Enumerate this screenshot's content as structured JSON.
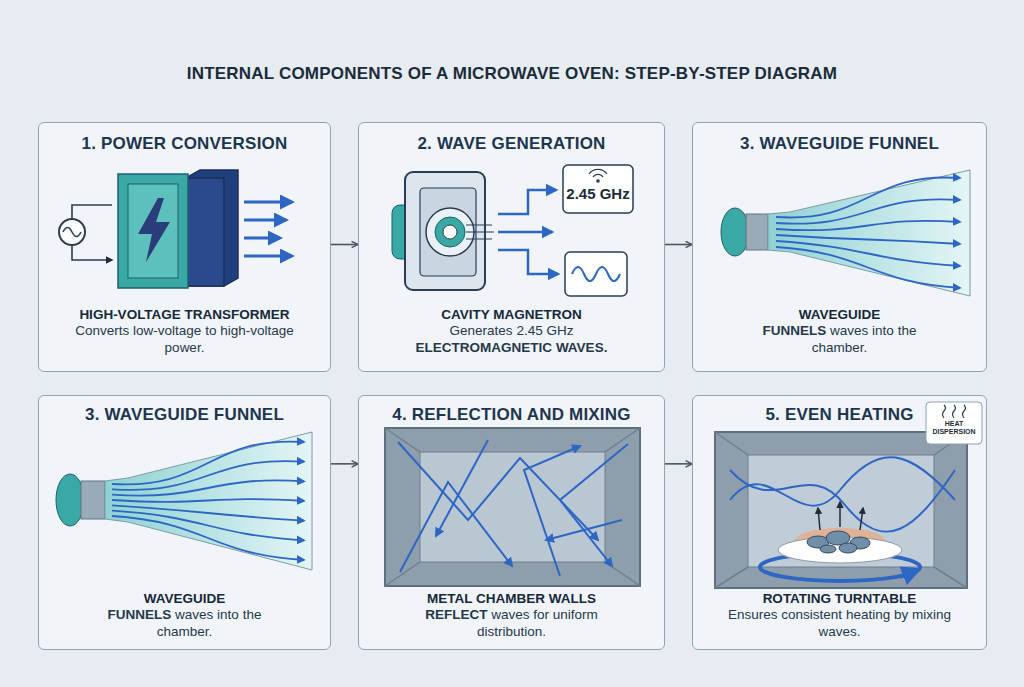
{
  "diagram": {
    "title": "INTERNAL COMPONENTS OF A MICROWAVE OVEN: STEP-BY-STEP DIAGRAM",
    "nodes": [
      {
        "text": [
          "1. POWER CONVERSION",
          "HIGH-VOLTAGE TRANSFORMER",
          "Converts low-voltage to high-voltage power."
        ]
      },
      {
        "text": [
          "2. WAVE GENERATION",
          "CAVITY MAGNETRON",
          "Generates 2.45 GHz ELECTROMAGNETIC WAVES."
        ]
      },
      {
        "text": [
          "3. WAVEGUIDE FUNNEL",
          "WAVEGUIDE",
          "FUNNELS waves into the chamber."
        ]
      },
      {
        "text": [
          "3. WAVEGUIDE FUNNEL",
          "WAVEGUIDE",
          "FUNNELS waves into the chamber."
        ]
      },
      {
        "text": [
          "4. REFLECTION AND MIXING",
          "METAL CHAMBER WALLS",
          "REFLECT waves for uniform distribution."
        ]
      },
      {
        "text": [
          "5. EVEN HEATING",
          "ROTATING TURNTABLE",
          "Ensures consistent heating by mixing waves."
        ]
      }
    ],
    "edges": [
      {
        "from": 0,
        "to": 1,
        "arrow": "to"
      },
      {
        "from": 1,
        "to": 2,
        "arrow": "to"
      },
      {
        "from": 3,
        "to": 4,
        "arrow": "to"
      },
      {
        "from": 4,
        "to": 5,
        "arrow": "to"
      }
    ],
    "labels": [
      "2.45 GHz",
      "HEAT DISPERSION"
    ]
  }
}
